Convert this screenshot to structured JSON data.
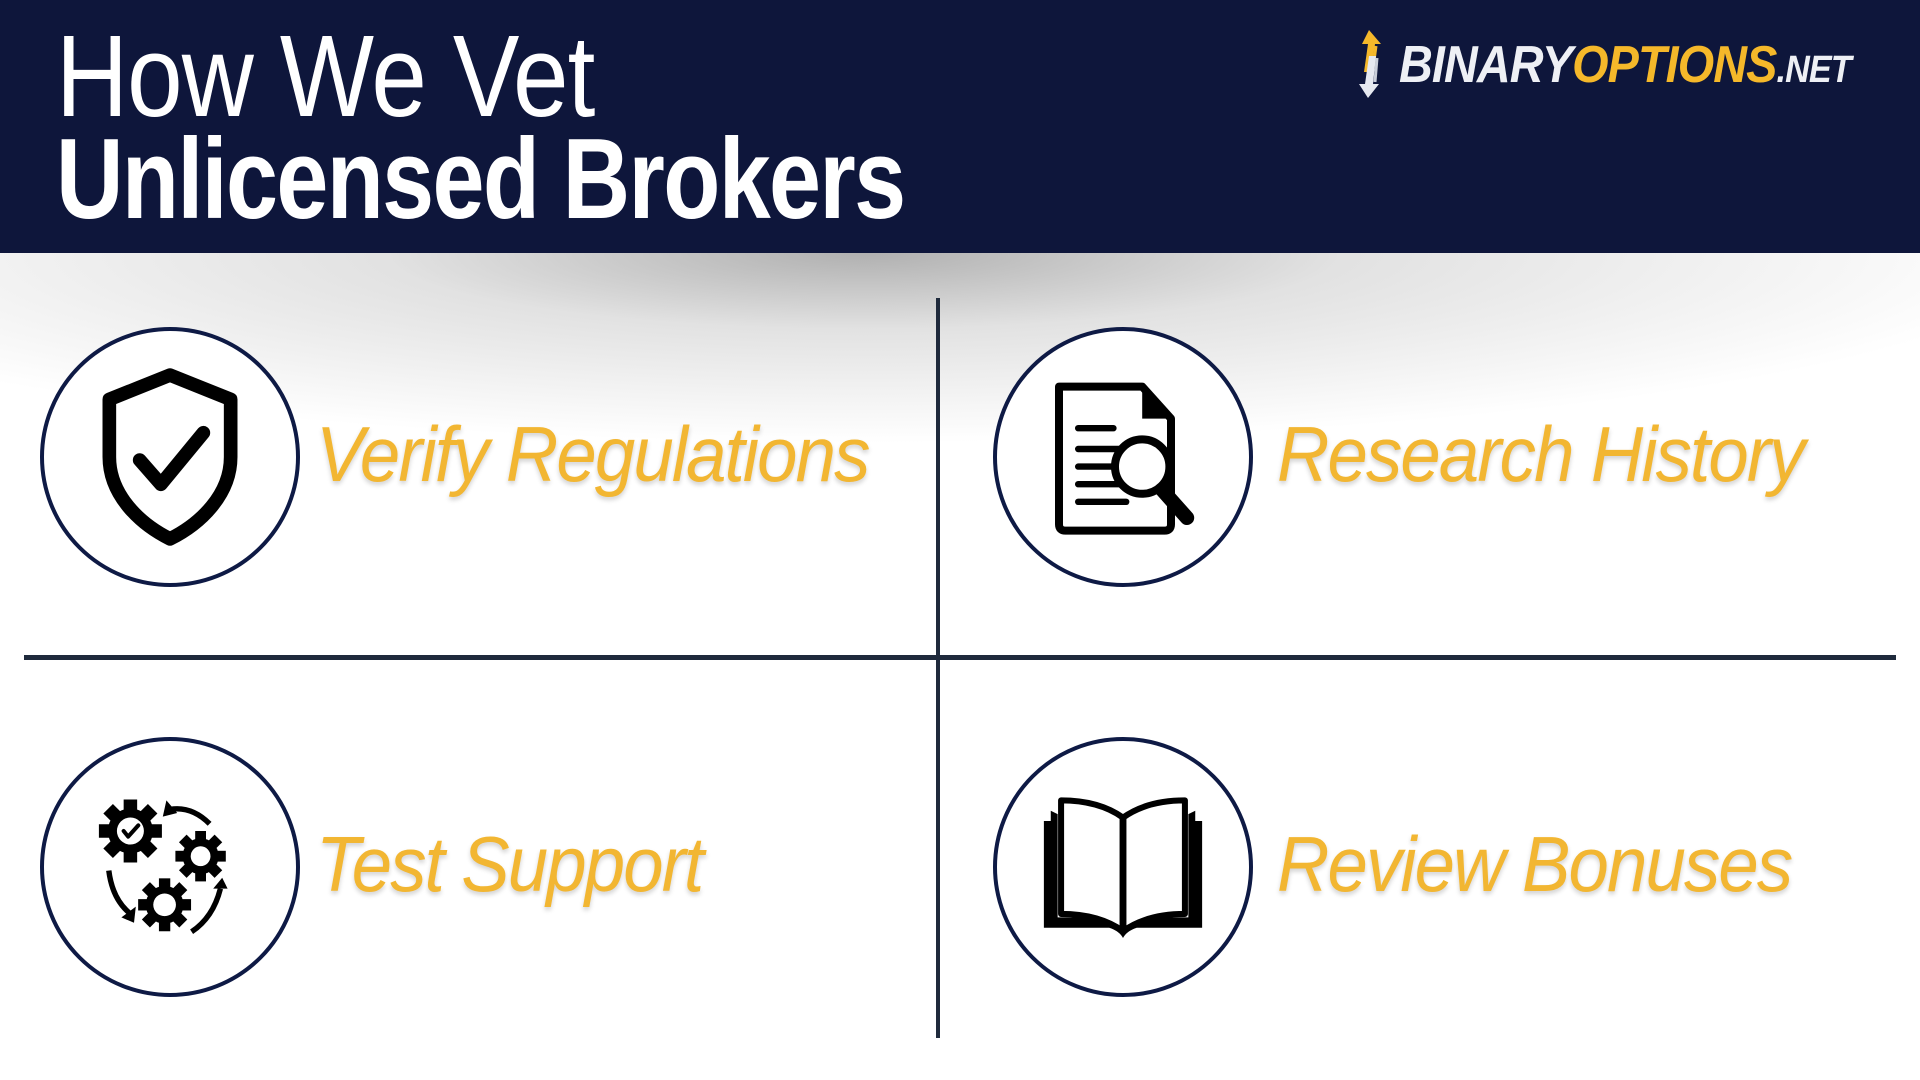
{
  "header": {
    "title_line1": "How We Vet",
    "title_line2": "Unlicensed Brokers",
    "background_color": "#0e163b"
  },
  "logo": {
    "icon": "up-down-arrows-icon",
    "part1": "BINARY",
    "part2": "OPTIONS",
    "part3": ".NET",
    "accent_color": "#f5b82a"
  },
  "items": [
    {
      "label": "Verify Regulations",
      "icon": "shield-check-icon"
    },
    {
      "label": "Research History",
      "icon": "document-search-icon"
    },
    {
      "label": "Test Support",
      "icon": "gears-cycle-icon"
    },
    {
      "label": "Review Bonuses",
      "icon": "open-book-icon"
    }
  ],
  "colors": {
    "label": "#f2b632",
    "circle_border": "#0e1a45",
    "divider": "#1f2a3c"
  }
}
